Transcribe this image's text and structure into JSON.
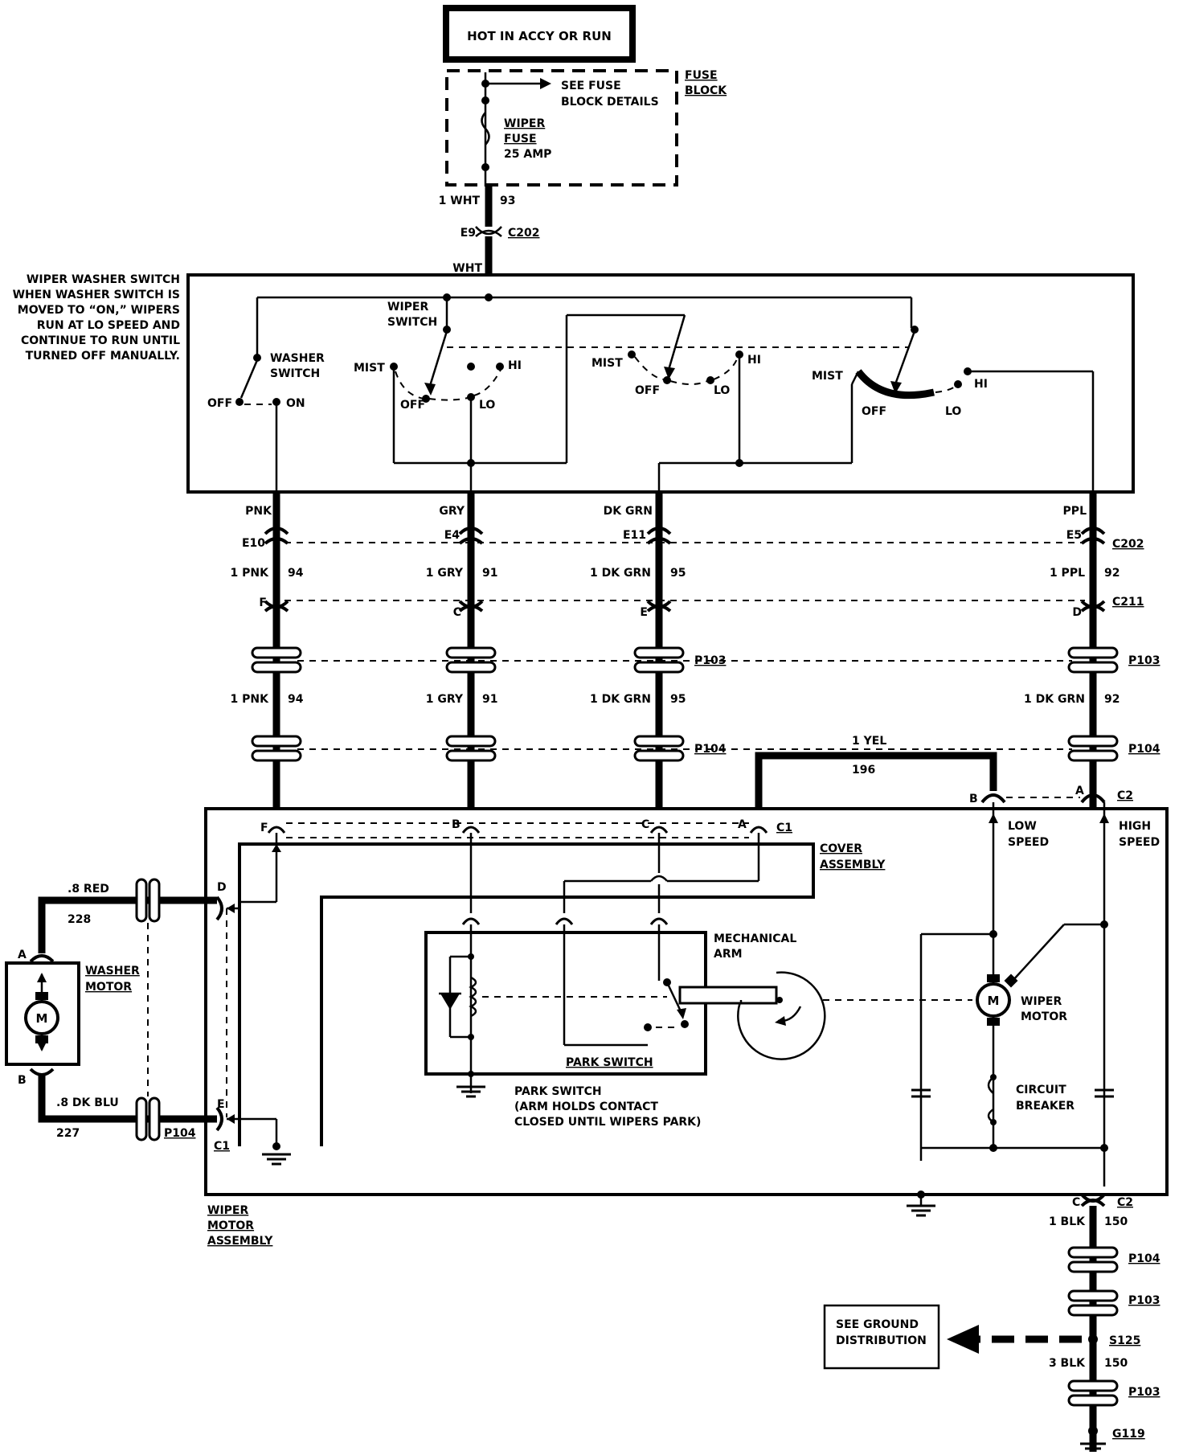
{
  "power_source": {
    "label": "HOT IN ACCY OR RUN"
  },
  "fuse_block": {
    "title_line1": "FUSE",
    "title_line2": "BLOCK",
    "details_line1": "SEE FUSE",
    "details_line2": "BLOCK DETAILS",
    "fuse_line1": "WIPER",
    "fuse_line2": "FUSE",
    "fuse_line3": "25 AMP"
  },
  "top_wire": {
    "gauge_color": "1 WHT",
    "circuit": "93",
    "pin": "E9",
    "connector": "C202",
    "color": "WHT"
  },
  "washer_switch_note": [
    "WIPER WASHER SWITCH",
    "WHEN WASHER SWITCH IS",
    "MOVED TO “ON,” WIPERS",
    "RUN AT LO SPEED AND",
    "CONTINUE TO RUN UNTIL",
    "TURNED OFF MANUALLY."
  ],
  "switch_box": {
    "washer_switch_line1": "WASHER",
    "washer_switch_line2": "SWITCH",
    "off": "OFF",
    "on": "ON",
    "wiper_switch_line1": "WIPER",
    "wiper_switch_line2": "SWITCH",
    "mist": "MIST",
    "hi": "HI",
    "lo": "LO"
  },
  "wires": [
    {
      "color": "PNK",
      "pin_c202": "E10",
      "gauge_color": "1 PNK",
      "circuit": "94",
      "pin_c211": "F",
      "lower_gauge_color": "1 PNK",
      "lower_circuit": "94"
    },
    {
      "color": "GRY",
      "pin_c202": "E4",
      "gauge_color": "1 GRY",
      "circuit": "91",
      "pin_c211": "C",
      "lower_gauge_color": "1 GRY",
      "lower_circuit": "91"
    },
    {
      "color": "DK GRN",
      "pin_c202": "E11",
      "gauge_color": "1 DK GRN",
      "circuit": "95",
      "pin_c211": "E",
      "lower_gauge_color": "1 DK GRN",
      "lower_circuit": "95"
    },
    {
      "color": "PPL",
      "pin_c202": "E5",
      "gauge_color": "1 PPL",
      "circuit": "92",
      "pin_c211": "D",
      "lower_gauge_color": "1 DK GRN",
      "lower_circuit": "92"
    }
  ],
  "connectors": {
    "c202": "C202",
    "c211": "C211",
    "p103": "P103",
    "p104": "P104",
    "c1": "C1",
    "c2": "C2"
  },
  "yel_wire": {
    "gauge_color": "1 YEL",
    "circuit": "196"
  },
  "c1_pins": {
    "f": "F",
    "b": "B",
    "c": "C",
    "a": "A",
    "d": "D",
    "e": "E"
  },
  "c2_pins": {
    "b": "B",
    "a": "A",
    "c": "C"
  },
  "motor_assembly": {
    "cover_line1": "COVER",
    "cover_line2": "ASSEMBLY",
    "low_speed_line1": "LOW",
    "low_speed_line2": "SPEED",
    "high_speed_line1": "HIGH",
    "high_speed_line2": "SPEED",
    "mech_arm_line1": "MECHANICAL",
    "mech_arm_line2": "ARM",
    "park_switch": "PARK SWITCH",
    "park_note_line1": "PARK SWITCH",
    "park_note_line2": "(ARM HOLDS CONTACT",
    "park_note_line3": "CLOSED UNTIL WIPERS PARK)",
    "wiper_motor_line1": "WIPER",
    "wiper_motor_line2": "MOTOR",
    "circuit_breaker_line1": "CIRCUIT",
    "circuit_breaker_line2": "BREAKER",
    "title_line1": "WIPER",
    "title_line2": "MOTOR",
    "title_line3": "ASSEMBLY",
    "motor_symbol": "M"
  },
  "washer_motor": {
    "title_line1": "WASHER",
    "title_line2": "MOTOR",
    "symbol": "M",
    "pin_a": "A",
    "pin_b": "B",
    "red_wire": ".8 RED",
    "red_circuit": "228",
    "blu_wire": ".8 DK BLU",
    "blu_circuit": "227"
  },
  "ground": {
    "gauge_color": "1 BLK",
    "circuit": "150",
    "splice": "S125",
    "lower_gauge_color": "3 BLK",
    "lower_circuit": "150",
    "ground_id": "G119",
    "ref_line1": "SEE GROUND",
    "ref_line2": "DISTRIBUTION"
  }
}
